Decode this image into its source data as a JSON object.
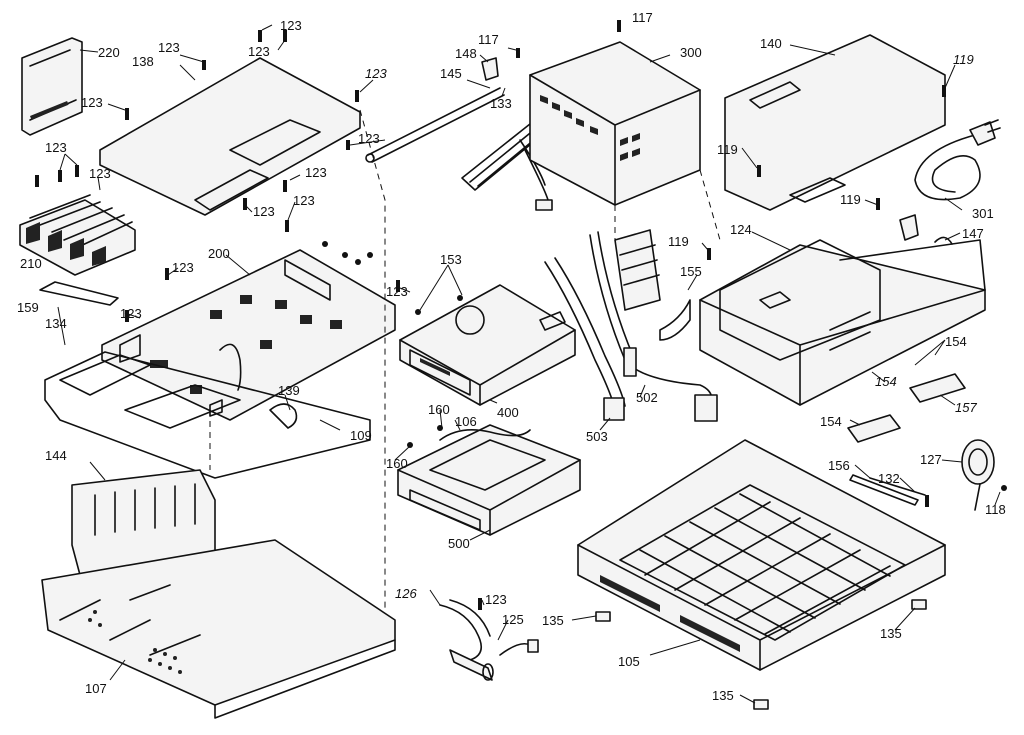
{
  "diagram": {
    "labels": [
      {
        "id": "l220",
        "text": "220"
      },
      {
        "id": "l123a",
        "text": "123"
      },
      {
        "id": "l138",
        "text": "138"
      },
      {
        "id": "l123b",
        "text": "123"
      },
      {
        "id": "l123c",
        "text": "123"
      },
      {
        "id": "l123d",
        "text": "123"
      },
      {
        "id": "l123e",
        "text": "123"
      },
      {
        "id": "l123f",
        "text": "123"
      },
      {
        "id": "l123g",
        "text": "123"
      },
      {
        "id": "l123h",
        "text": "123"
      },
      {
        "id": "l123i",
        "text": "123"
      },
      {
        "id": "l123j",
        "text": "123"
      },
      {
        "id": "l123k",
        "text": "123"
      },
      {
        "id": "l123l",
        "text": "123"
      },
      {
        "id": "l123m",
        "text": "123"
      },
      {
        "id": "l123n",
        "text": "123"
      },
      {
        "id": "l123o",
        "text": "123"
      },
      {
        "id": "l210",
        "text": "210"
      },
      {
        "id": "l200",
        "text": "200"
      },
      {
        "id": "l159",
        "text": "159"
      },
      {
        "id": "l134",
        "text": "134"
      },
      {
        "id": "l139",
        "text": "139"
      },
      {
        "id": "l109",
        "text": "109"
      },
      {
        "id": "l144",
        "text": "144"
      },
      {
        "id": "l107",
        "text": "107"
      },
      {
        "id": "l148",
        "text": "148"
      },
      {
        "id": "l117a",
        "text": "117"
      },
      {
        "id": "l117b",
        "text": "117"
      },
      {
        "id": "l145",
        "text": "145"
      },
      {
        "id": "l133",
        "text": "133"
      },
      {
        "id": "l300",
        "text": "300"
      },
      {
        "id": "l140",
        "text": "140"
      },
      {
        "id": "l119a",
        "text": "119"
      },
      {
        "id": "l119b",
        "text": "119"
      },
      {
        "id": "l119c",
        "text": "119"
      },
      {
        "id": "l119d",
        "text": "119"
      },
      {
        "id": "l301",
        "text": "301"
      },
      {
        "id": "l147",
        "text": "147"
      },
      {
        "id": "l124",
        "text": "124"
      },
      {
        "id": "l155",
        "text": "155"
      },
      {
        "id": "l153",
        "text": "153"
      },
      {
        "id": "l154a",
        "text": "154"
      },
      {
        "id": "l154b",
        "text": "154"
      },
      {
        "id": "l154c",
        "text": "154"
      },
      {
        "id": "l157",
        "text": "157"
      },
      {
        "id": "l400",
        "text": "400"
      },
      {
        "id": "l502",
        "text": "502"
      },
      {
        "id": "l503",
        "text": "503"
      },
      {
        "id": "l160a",
        "text": "160"
      },
      {
        "id": "l160b",
        "text": "160"
      },
      {
        "id": "l106",
        "text": "106"
      },
      {
        "id": "l500",
        "text": "500"
      },
      {
        "id": "l127",
        "text": "127"
      },
      {
        "id": "l156",
        "text": "156"
      },
      {
        "id": "l132",
        "text": "132"
      },
      {
        "id": "l118",
        "text": "118"
      },
      {
        "id": "l126",
        "text": "126"
      },
      {
        "id": "l125",
        "text": "125"
      },
      {
        "id": "l135a",
        "text": "135"
      },
      {
        "id": "l135b",
        "text": "135"
      },
      {
        "id": "l135c",
        "text": "135"
      },
      {
        "id": "l105",
        "text": "105"
      }
    ]
  }
}
